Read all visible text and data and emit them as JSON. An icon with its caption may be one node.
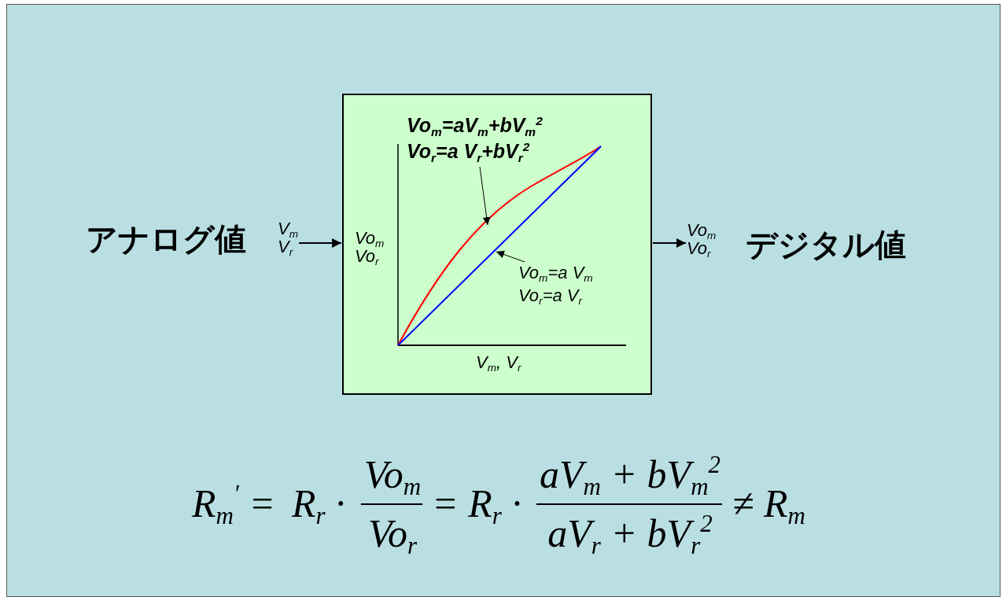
{
  "diagram": {
    "nodes": [
      {
        "text": [
          "V$_{m}$ V$_{r}$"
        ],
        "beside": [
          "アナログ値"
        ]
      },
      {
        "text": [],
        "shape": "box"
      },
      {
        "text": [
          "Vo$_{m}$=aV$_{m}$+bV$_{m}$$^{2}$",
          "Vo$_{r}$=a V$_{r}$+bV$_{r}$$^{2}$"
        ],
        "in": 1
      },
      {
        "text": [
          "Vo$_{m}$=a V$_{m}$",
          "Vo$_{r}$=a V$_{r}$"
        ],
        "in": 1
      },
      {
        "text": [
          "Vo$_{m}$ Vo$_{r}$"
        ],
        "beside": [
          "デジタル値"
        ]
      }
    ],
    "edges": [
      {
        "from": 0,
        "to": 1,
        "arrow": "to"
      },
      {
        "from": 2,
        "to": null,
        "arrow": "to"
      },
      {
        "from": 3,
        "to": null,
        "arrow": "to"
      },
      {
        "from": 1,
        "to": 4,
        "arrow": "to"
      }
    ],
    "labels": [
      "Vo$_{m}$ Vo$_{r}$",
      "V$_{m}$, V$_{r}$",
      "R$_{m}$$^{′}$ =",
      "R$_{r}$ ·",
      "Vo$_{m}$",
      "Vo$_{r}$",
      "= R$_{r}$ ·",
      "aV$_{m}$ + bV$_{m}$$^{2}$",
      "aV$_{r}$ + bV$_{r}$$^{2}$",
      "≠ R$_{m}$"
    ]
  }
}
